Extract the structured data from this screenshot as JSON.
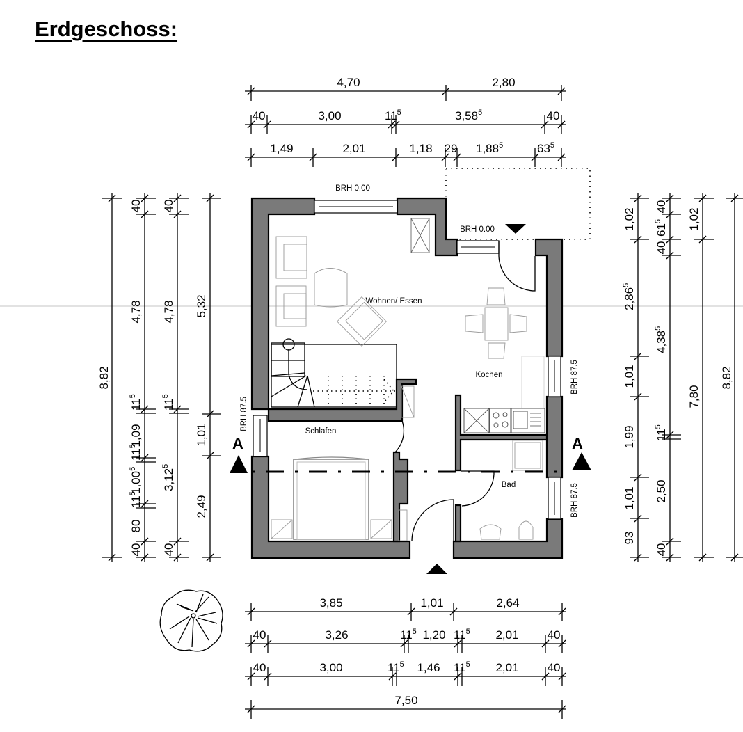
{
  "title": "Erdgeschoss:",
  "rooms": {
    "wohnen_essen": "Wohnen/ Essen",
    "kochen": "Kochen",
    "schlafen": "Schlafen",
    "bad": "Bad"
  },
  "windows": {
    "top_living": "BRH 0.00",
    "terrace_door": "BRH 0.00",
    "kitchen_right": "BRH 87.5",
    "bath_right": "BRH 87.5",
    "bedroom_left": "BRH 87.5"
  },
  "section_markers": {
    "left": "A",
    "right": "A"
  },
  "dimensions": {
    "top": {
      "row1": [
        "4,70",
        "2,80"
      ],
      "row2": [
        {
          "v": "40"
        },
        {
          "v": "3,00"
        },
        {
          "v": "11",
          "sup": "5"
        },
        {
          "v": "3,58",
          "sup": "5"
        },
        {
          "v": "40"
        }
      ],
      "row3": [
        {
          "v": "1,49"
        },
        {
          "v": "2,01"
        },
        {
          "v": "1,18"
        },
        {
          "v": "29"
        },
        {
          "v": "1,88",
          "sup": "5"
        },
        {
          "v": "63",
          "sup": "5"
        }
      ]
    },
    "bottom": {
      "row1": [
        "3,85",
        "1,01",
        "2,64"
      ],
      "row2": [
        {
          "v": "40"
        },
        {
          "v": "3,26"
        },
        {
          "v": "11",
          "sup": "5"
        },
        {
          "v": "1,20"
        },
        {
          "v": "11",
          "sup": "5"
        },
        {
          "v": "2,01"
        },
        {
          "v": "40"
        }
      ],
      "row3": [
        {
          "v": "40"
        },
        {
          "v": "3,00"
        },
        {
          "v": "11",
          "sup": "5"
        },
        {
          "v": "1,46"
        },
        {
          "v": "11",
          "sup": "5"
        },
        {
          "v": "2,01"
        },
        {
          "v": "40"
        }
      ],
      "row4": [
        "7,50"
      ]
    },
    "left": {
      "col1": [
        "8,82"
      ],
      "col2": [
        {
          "v": "40"
        },
        {
          "v": "4,78"
        },
        {
          "v": "11",
          "sup": "5"
        },
        {
          "v": "1,09"
        },
        {
          "v": "11",
          "sup": "5"
        },
        {
          "v": "1,00",
          "sup": "5"
        },
        {
          "v": "11",
          "sup": "5"
        },
        {
          "v": "80"
        },
        {
          "v": "40"
        }
      ],
      "col3": [
        {
          "v": "40"
        },
        {
          "v": "4,78"
        },
        {
          "v": "11",
          "sup": "5"
        },
        {
          "v": "3,12",
          "sup": "5"
        },
        {
          "v": "40"
        }
      ],
      "col4": [
        "5,32",
        "1,01",
        "2,49"
      ]
    },
    "right": {
      "col1": [
        {
          "v": "1,02"
        },
        {
          "v": "2,86",
          "sup": "5"
        },
        {
          "v": "1,01"
        },
        {
          "v": "1,99"
        },
        {
          "v": "1,01"
        },
        {
          "v": "93"
        }
      ],
      "col2": [
        {
          "v": "40"
        },
        {
          "v": "61",
          "sup": "5"
        },
        {
          "v": "40"
        },
        {
          "v": "4,38",
          "sup": "5"
        },
        {
          "v": "11",
          "sup": "5"
        },
        {
          "v": "2,50"
        },
        {
          "v": "40"
        }
      ],
      "col3": [
        "1,02",
        "7,80"
      ],
      "col4": [
        "8,82"
      ]
    }
  },
  "colors": {
    "wall": "#7a7a7a",
    "line": "#000000",
    "furniture": "#999999"
  }
}
